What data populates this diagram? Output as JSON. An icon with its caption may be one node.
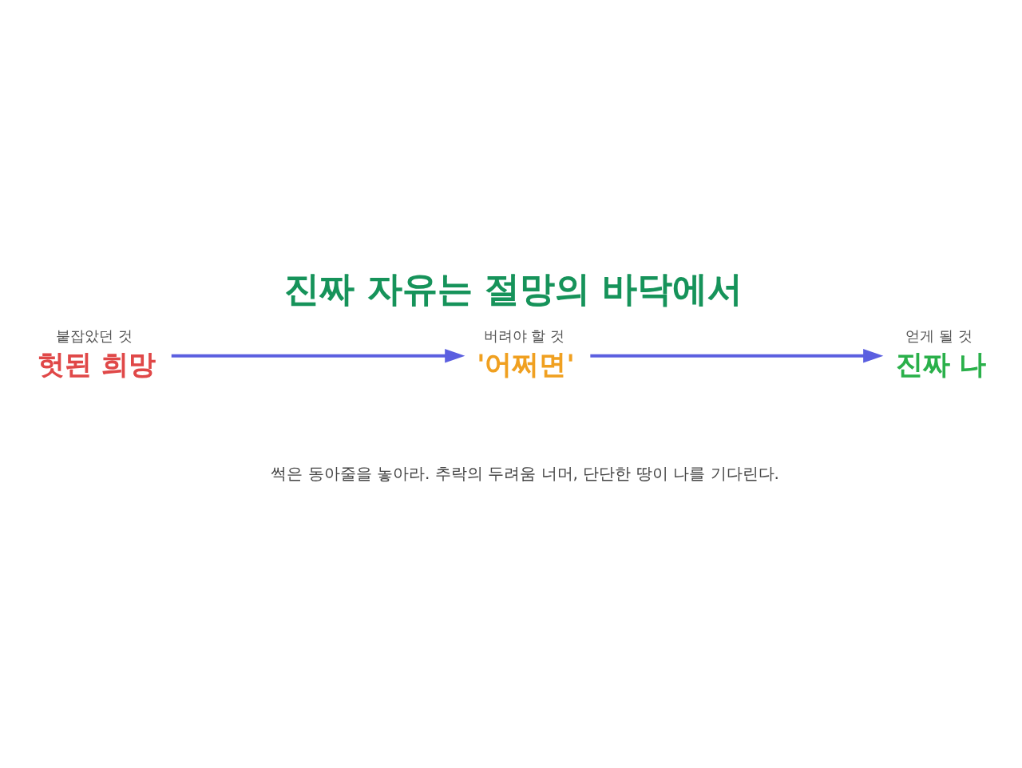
{
  "diagram": {
    "title": "진짜 자유는 절망의 바닥에서",
    "nodes": [
      {
        "text": [
          "붙잡았던 것",
          "헛된 희망"
        ]
      },
      {
        "text": [
          "버려야 할 것",
          "'어쩌면'"
        ]
      },
      {
        "text": [
          "얻게 될 것",
          "진짜 나"
        ]
      }
    ],
    "edges": [
      {
        "from": 0,
        "to": 1,
        "arrow": "to"
      },
      {
        "from": 1,
        "to": 2,
        "arrow": "to"
      }
    ],
    "labels": [
      "썩은 동아줄을 놓아라. 추락의 두려움 너머, 단단한 땅이 나를 기다린다."
    ]
  }
}
